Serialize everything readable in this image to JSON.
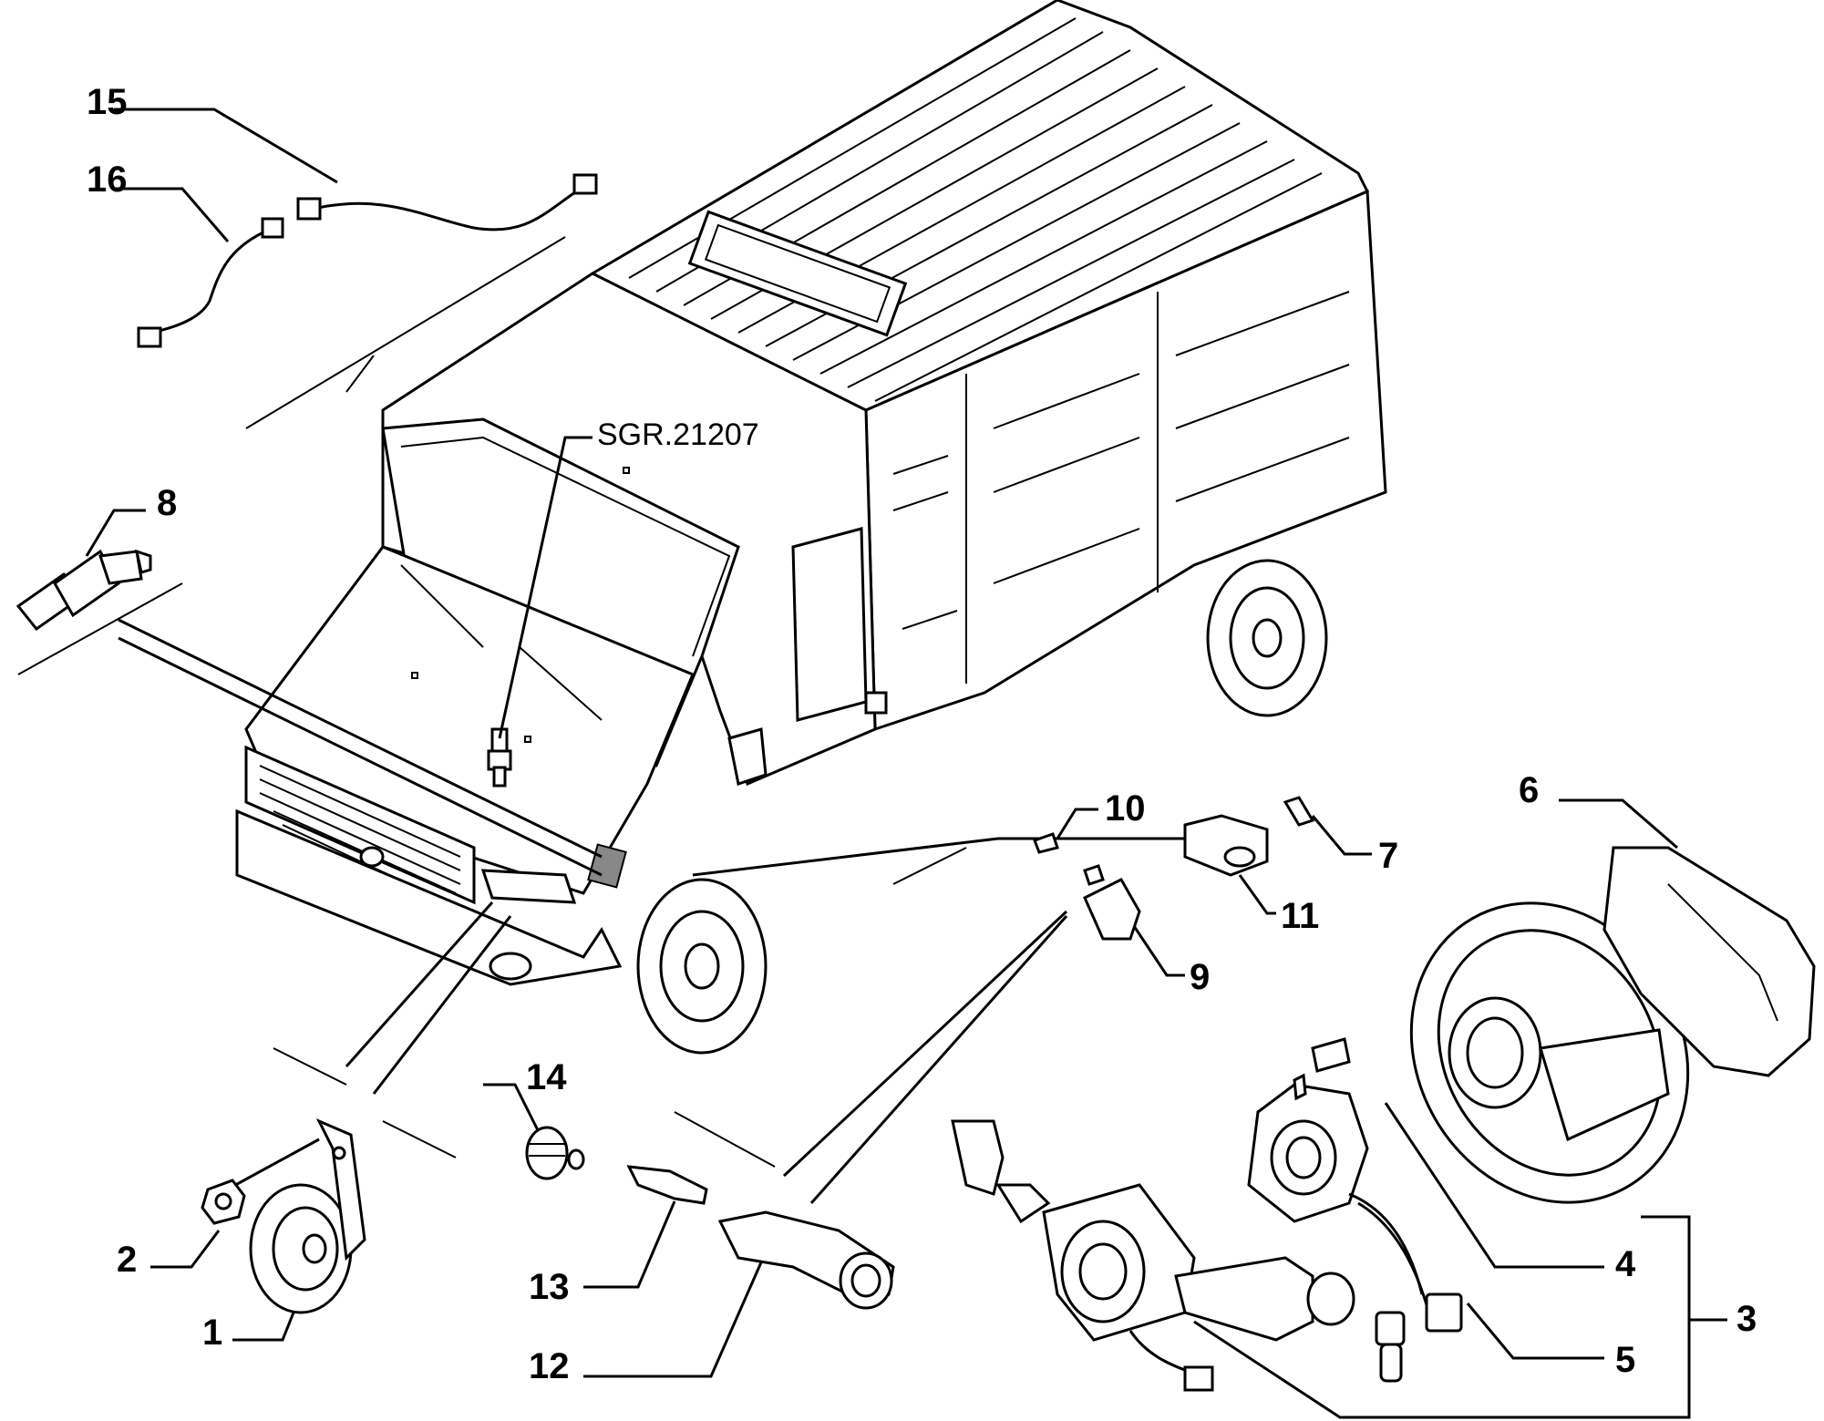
{
  "diagram": {
    "reference": "SGR.21207",
    "callouts": [
      {
        "id": "1",
        "text": "1"
      },
      {
        "id": "2",
        "text": "2"
      },
      {
        "id": "3",
        "text": "3"
      },
      {
        "id": "4",
        "text": "4"
      },
      {
        "id": "5",
        "text": "5"
      },
      {
        "id": "6",
        "text": "6"
      },
      {
        "id": "7",
        "text": "7"
      },
      {
        "id": "8",
        "text": "8"
      },
      {
        "id": "9",
        "text": "9"
      },
      {
        "id": "10",
        "text": "10"
      },
      {
        "id": "11",
        "text": "11"
      },
      {
        "id": "12",
        "text": "12"
      },
      {
        "id": "13",
        "text": "13"
      },
      {
        "id": "14",
        "text": "14"
      },
      {
        "id": "15",
        "text": "15"
      },
      {
        "id": "16",
        "text": "16"
      }
    ]
  }
}
